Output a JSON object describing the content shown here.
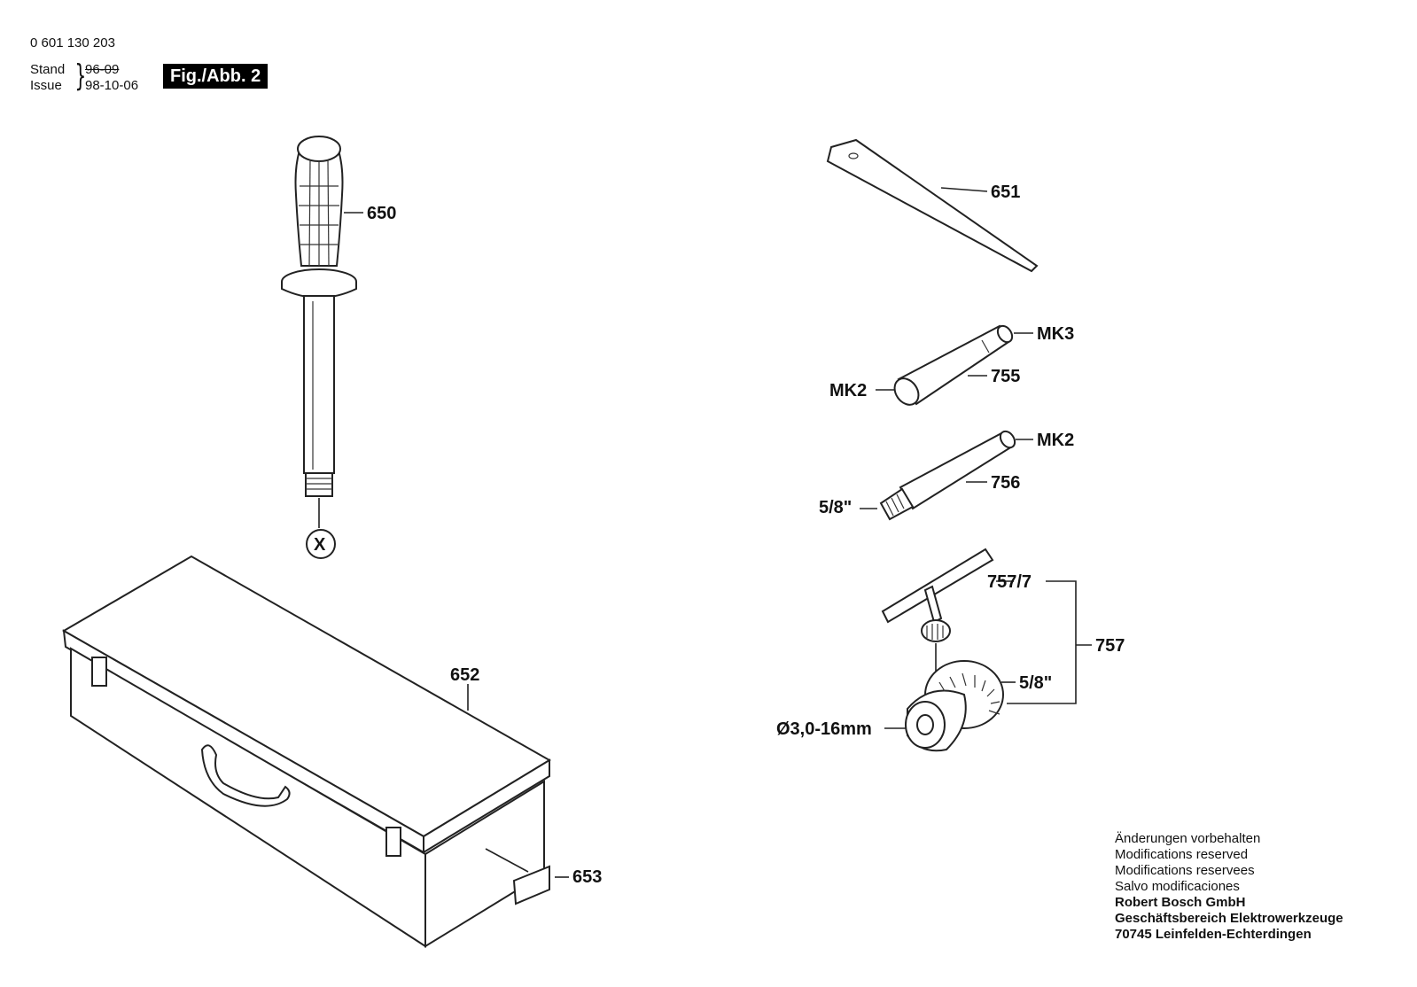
{
  "header": {
    "part_number": "0 601 130 203",
    "stand_label": "Stand",
    "issue_label": "Issue",
    "stand_date": "96-09",
    "issue_date": "98-10-06",
    "figure_label": "Fig./Abb. 2"
  },
  "callouts": {
    "c650": "650",
    "c651": "651",
    "c652": "652",
    "c653": "653",
    "mk3": "MK3",
    "c755": "755",
    "mk2_a": "MK2",
    "mk2_b": "MK2",
    "c756": "756",
    "thread_a": "5/8\"",
    "c757_7": "757/7",
    "c757": "757",
    "thread_b": "5/8\"",
    "chuck_range": "Ø3,0-16mm",
    "x_marker": "X"
  },
  "notes": {
    "line1": "Änderungen vorbehalten",
    "line2": "Modifications reserved",
    "line3": "Modifications reservees",
    "line4": "Salvo modificaciones",
    "company": "Robert Bosch GmbH",
    "division": "Geschäftsbereich Elektrowerkzeuge",
    "address": "70745 Leinfelden-Echterdingen"
  }
}
